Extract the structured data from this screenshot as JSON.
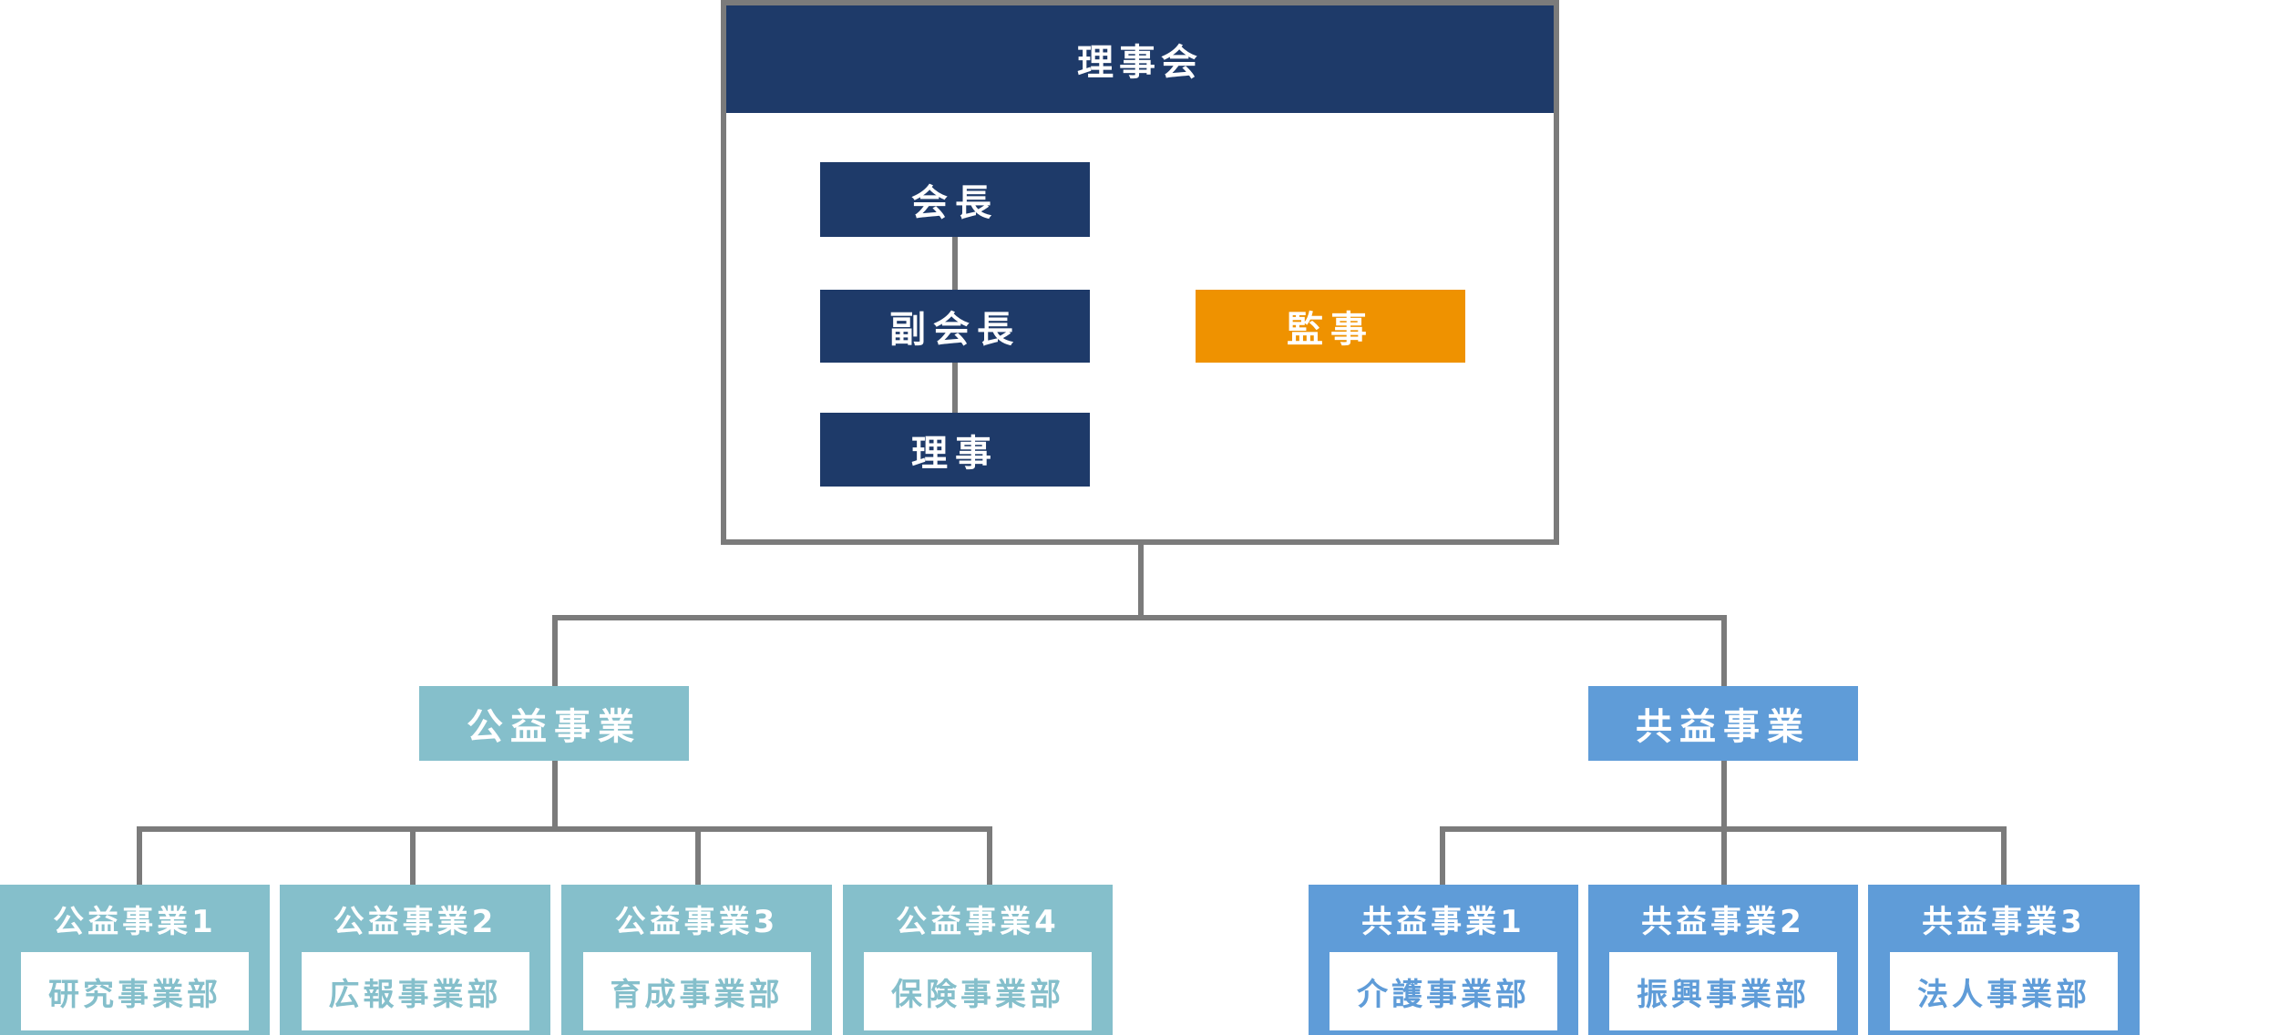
{
  "board": {
    "title": "理事会",
    "chair": "会長",
    "vice_chair": "副会長",
    "director": "理事",
    "auditor": "監事"
  },
  "public_business": {
    "label": "公益事業",
    "units": [
      {
        "title": "公益事業1",
        "dept": "研究事業部"
      },
      {
        "title": "公益事業2",
        "dept": "広報事業部"
      },
      {
        "title": "公益事業3",
        "dept": "育成事業部"
      },
      {
        "title": "公益事業4",
        "dept": "保険事業部"
      }
    ]
  },
  "mutual_business": {
    "label": "共益事業",
    "units": [
      {
        "title": "共益事業1",
        "dept": "介護事業部"
      },
      {
        "title": "共益事業2",
        "dept": "振興事業部"
      },
      {
        "title": "共益事業3",
        "dept": "法人事業部"
      }
    ]
  },
  "colors": {
    "navy": "#1e3a69",
    "orange": "#ef9200",
    "teal": "#85bfcb",
    "blue": "#5f9cd8",
    "line": "#7b7b7b"
  }
}
